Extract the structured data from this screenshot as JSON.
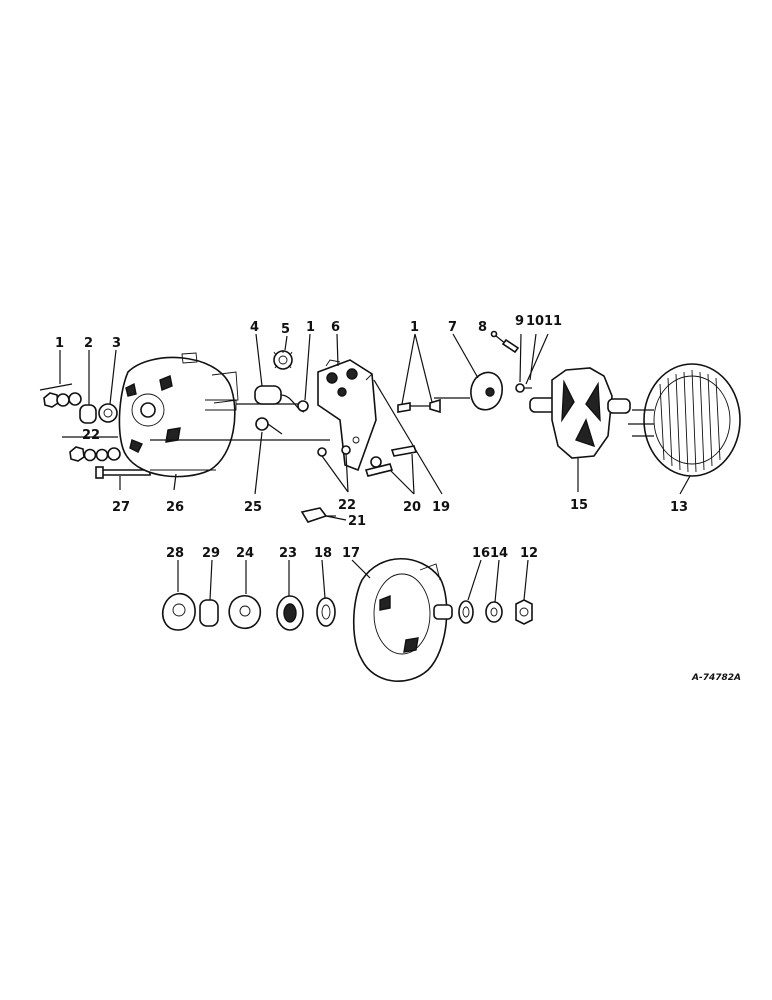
{
  "callouts": [
    {
      "id": "c1a",
      "text": "1"
    },
    {
      "id": "c2",
      "text": "2"
    },
    {
      "id": "c3",
      "text": "3"
    },
    {
      "id": "c22a",
      "text": "22"
    },
    {
      "id": "c27",
      "text": "27"
    },
    {
      "id": "c26",
      "text": "26"
    },
    {
      "id": "c4",
      "text": "4"
    },
    {
      "id": "c5",
      "text": "5"
    },
    {
      "id": "c1b",
      "text": "1"
    },
    {
      "id": "c6",
      "text": "6"
    },
    {
      "id": "c1c",
      "text": "1"
    },
    {
      "id": "c7",
      "text": "7"
    },
    {
      "id": "c8",
      "text": "8"
    },
    {
      "id": "c9",
      "text": "9"
    },
    {
      "id": "c10",
      "text": "10"
    },
    {
      "id": "c11",
      "text": "11"
    },
    {
      "id": "c25",
      "text": "25"
    },
    {
      "id": "c22b",
      "text": "22"
    },
    {
      "id": "c20",
      "text": "20"
    },
    {
      "id": "c19",
      "text": "19"
    },
    {
      "id": "c21",
      "text": "21"
    },
    {
      "id": "c15",
      "text": "15"
    },
    {
      "id": "c13",
      "text": "13"
    },
    {
      "id": "c28",
      "text": "28"
    },
    {
      "id": "c29",
      "text": "29"
    },
    {
      "id": "c24",
      "text": "24"
    },
    {
      "id": "c23",
      "text": "23"
    },
    {
      "id": "c18",
      "text": "18"
    },
    {
      "id": "c17",
      "text": "17"
    },
    {
      "id": "c16",
      "text": "16"
    },
    {
      "id": "c14",
      "text": "14"
    },
    {
      "id": "c12",
      "text": "12"
    }
  ],
  "reference_code": "A-74782A"
}
